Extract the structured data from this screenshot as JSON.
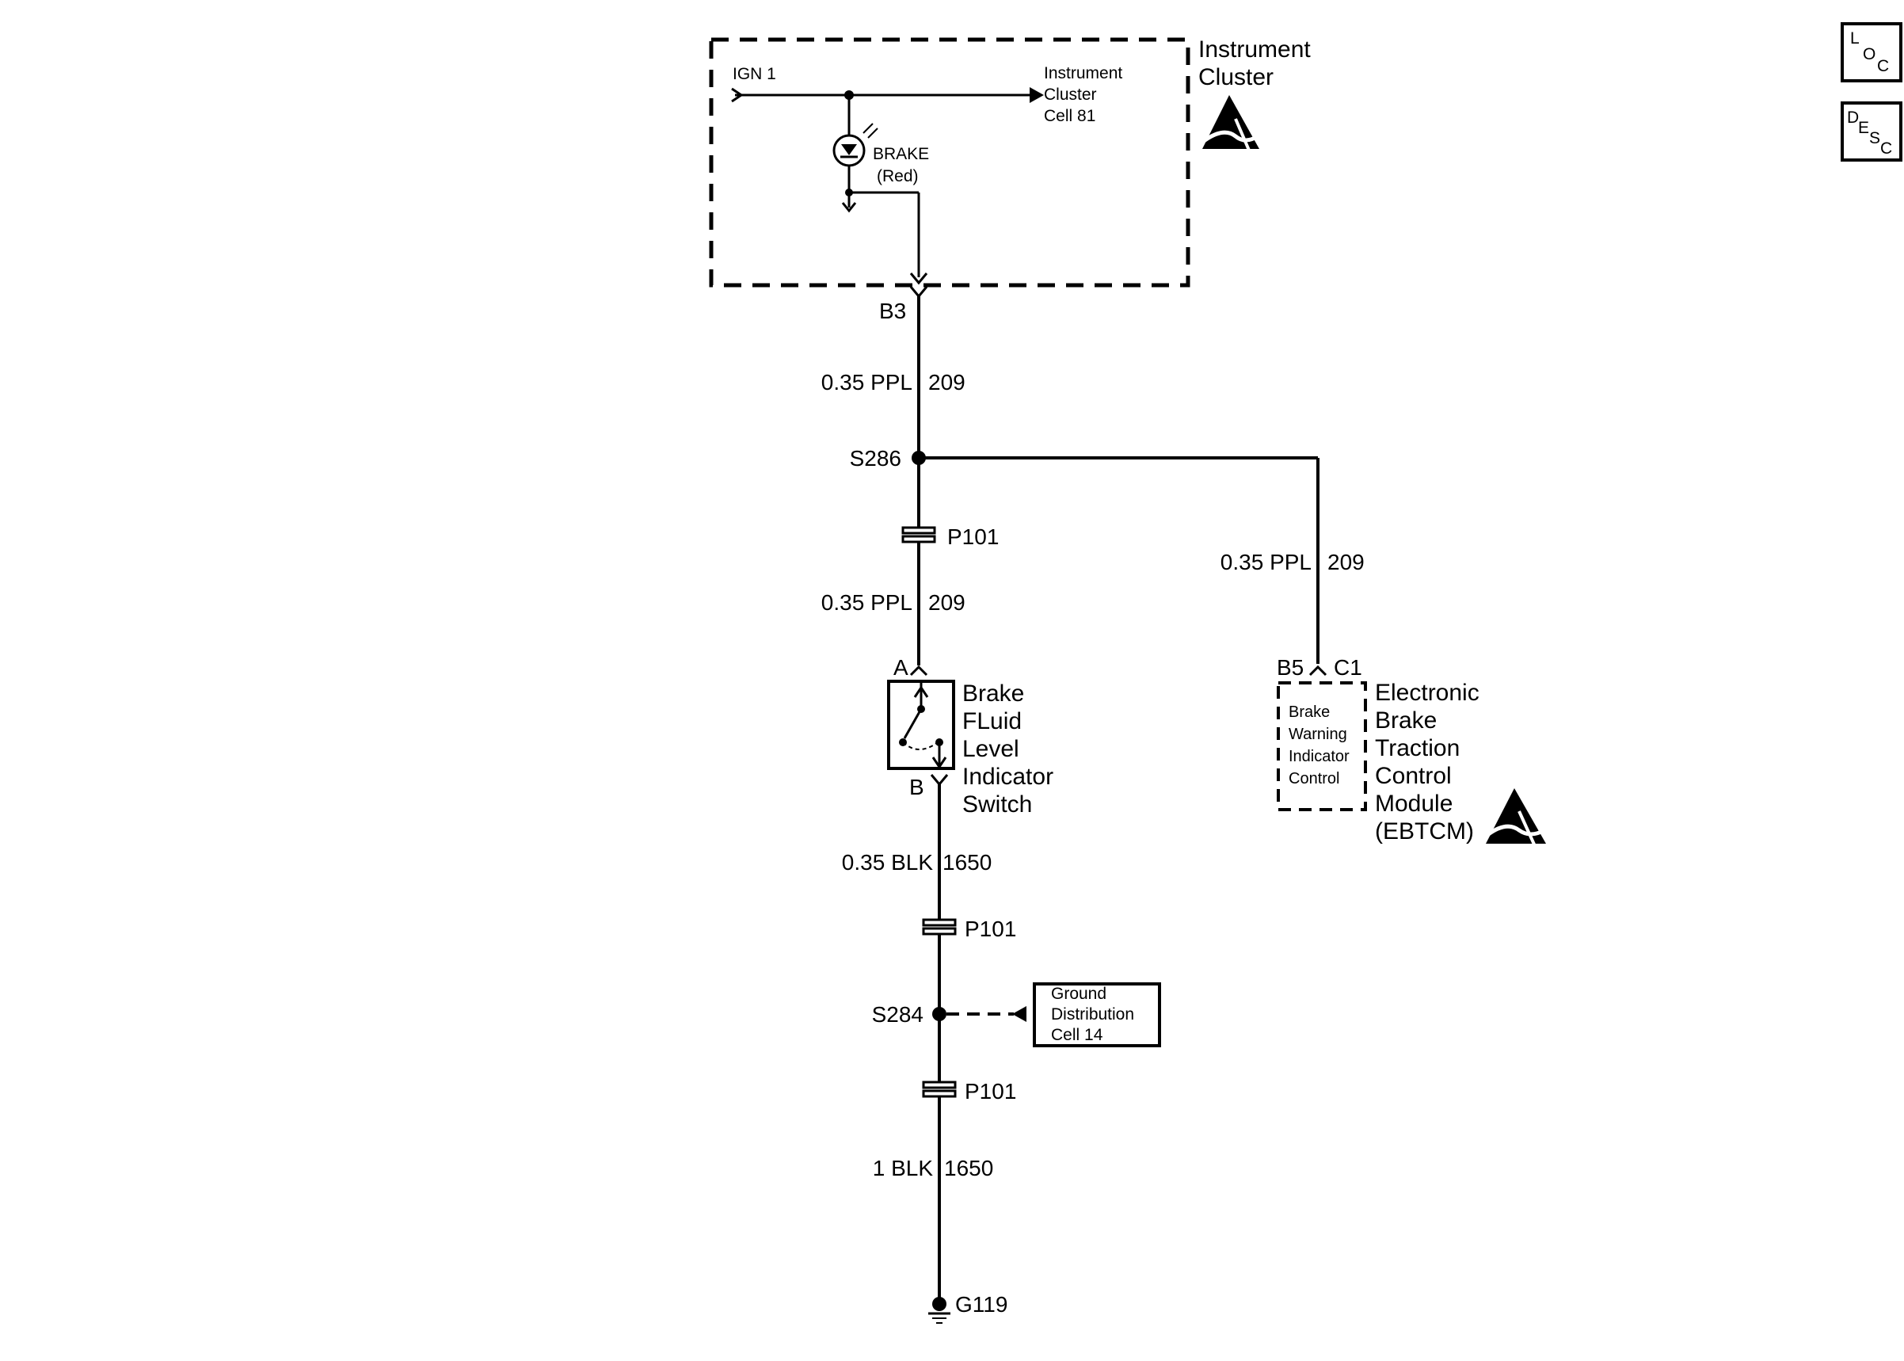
{
  "components": {
    "instrument_cluster": {
      "title_line1": "Instrument",
      "title_line2": "Cluster",
      "ign_label": "IGN 1",
      "ref_line1": "Instrument",
      "ref_line2": "Cluster",
      "ref_line3": "Cell 81",
      "lamp_label": "BRAKE",
      "lamp_color": "(Red)"
    },
    "brake_fluid_switch": {
      "line1": "Brake",
      "line2": "FLuid",
      "line3": "Level",
      "line4": "Indicator",
      "line5": "Switch",
      "pin_a": "A",
      "pin_b": "B"
    },
    "ebtcm": {
      "line1": "Electronic",
      "line2": "Brake",
      "line3": "Traction",
      "line4": "Control",
      "line5": "Module",
      "line6": "(EBTCM)",
      "inner_line1": "Brake",
      "inner_line2": "Warning",
      "inner_line3": "Indicator",
      "inner_line4": "Control",
      "pin": "B5",
      "connector": "C1"
    },
    "ground_ref": {
      "line1": "Ground",
      "line2": "Distribution",
      "line3": "Cell 14"
    }
  },
  "connectors": {
    "b3": "B3",
    "p101_1": "P101",
    "p101_2": "P101",
    "p101_3": "P101"
  },
  "splices": {
    "s286": "S286",
    "s284": "S284"
  },
  "ground": "G119",
  "wires": {
    "w1": {
      "gauge_color": "0.35 PPL",
      "circuit": "209"
    },
    "w2": {
      "gauge_color": "0.35 PPL",
      "circuit": "209"
    },
    "w3": {
      "gauge_color": "0.35 PPL",
      "circuit": "209"
    },
    "w4": {
      "gauge_color": "0.35 BLK",
      "circuit": "1650"
    },
    "w5": {
      "gauge_color": "1 BLK",
      "circuit": "1650"
    }
  },
  "nav": {
    "loc": {
      "a": "L",
      "b": "O",
      "c": "C"
    },
    "desc": {
      "a": "D",
      "b": "E",
      "c": "S",
      "d": "C"
    }
  }
}
